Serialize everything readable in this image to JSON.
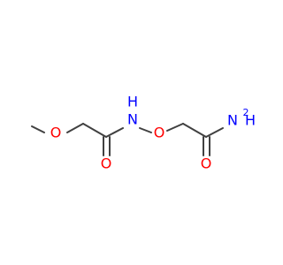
{
  "molecule": {
    "atoms": {
      "methoxy_oxygen": "O",
      "carbonyl_oxygen_left": "O",
      "amide_nitrogen": "N",
      "amide_hydrogen": "H",
      "ether_oxygen": "O",
      "amine_nitrogen": "N",
      "amine_hydrogen": "H",
      "amine_subscript": "2",
      "carbonyl_oxygen_right": "O"
    },
    "colors": {
      "bond": "#404040",
      "oxygen": "#ff0000",
      "nitrogen": "#0000ff",
      "background": "#ffffff"
    }
  }
}
